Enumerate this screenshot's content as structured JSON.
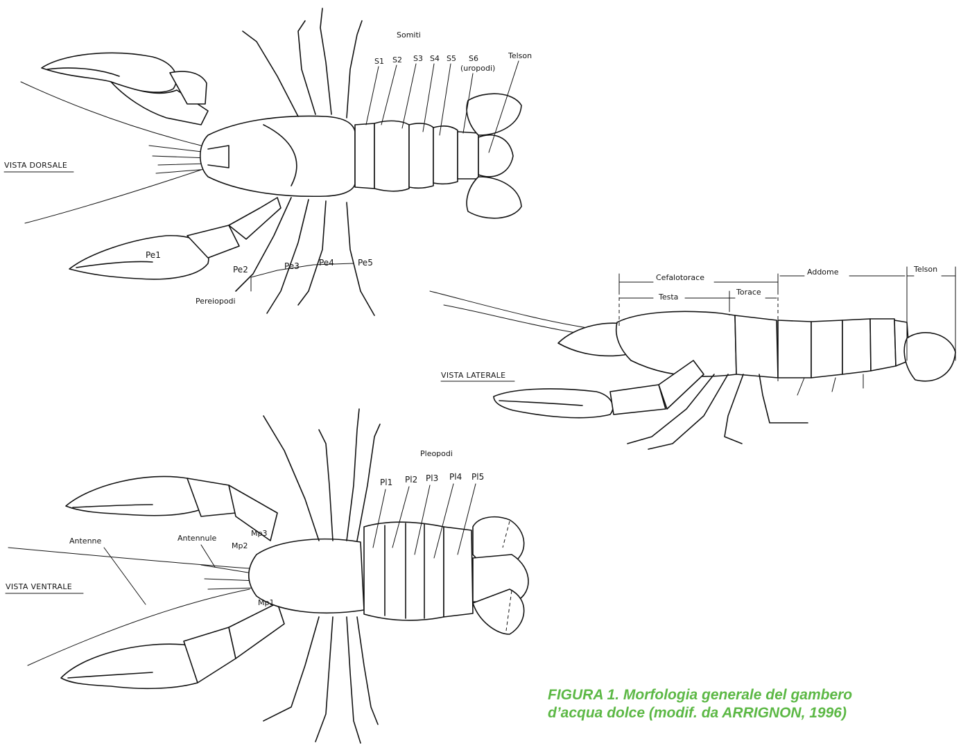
{
  "dorsal": {
    "view_label": "VISTA DORSALE",
    "somites_title": "Somiti",
    "somites": [
      "S1",
      "S2",
      "S3",
      "S4",
      "S5",
      "S6"
    ],
    "uropods": "(uropodi)",
    "telson": "Telson",
    "pereiopods": [
      "Pe1",
      "Pe2",
      "Pe3",
      "Pe4",
      "Pe5"
    ],
    "pereiopods_title": "Pereiopodi"
  },
  "lateral": {
    "view_label": "VISTA LATERALE",
    "cephalothorax": "Cefalotorace",
    "head": "Testa",
    "thorax": "Torace",
    "abdomen": "Addome",
    "telson": "Telson"
  },
  "ventral": {
    "view_label": "VISTA VENTRALE",
    "pleopods_title": "Pleopodi",
    "pleopods": [
      "Pl1",
      "Pl2",
      "Pl3",
      "Pl4",
      "Pl5"
    ],
    "antennae": "Antenne",
    "antennules": "Antennule",
    "maxillipeds": [
      "Mp1",
      "Mp2",
      "Mp3"
    ]
  },
  "caption": {
    "line1": "FIGURA 1. Morfologia generale del gambero",
    "line2": "d’acqua dolce (modif. da ARRIGNON, 1996)"
  }
}
